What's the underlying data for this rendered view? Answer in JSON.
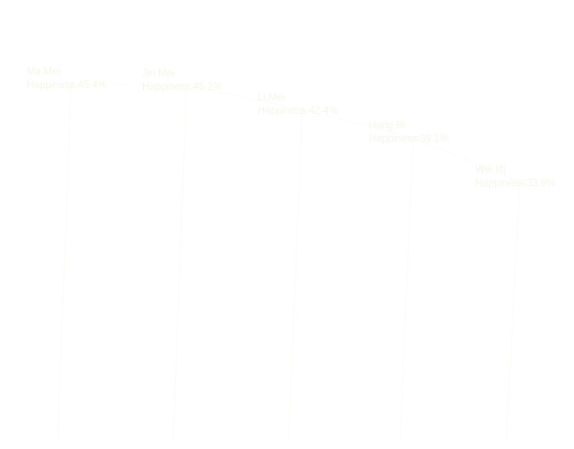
{
  "chart_data": {
    "type": "line",
    "title": "",
    "xlabel": "",
    "ylabel": "",
    "grid": false,
    "legend": "none",
    "points": [
      {
        "line1": "Ma Mei",
        "line2": "Happiness:45.4%"
      },
      {
        "line1": "Jin Mei",
        "line2": "Happiness:45.2%"
      },
      {
        "line1": "Li Mei",
        "line2": "Happiness:42.4%"
      },
      {
        "line1": "Hong Ri",
        "line2": "Happiness:39.1%"
      },
      {
        "line1": "Wei Ri",
        "line2": "Happiness:33.9%"
      }
    ],
    "values": [
      45.4,
      45.2,
      42.4,
      39.1,
      33.9
    ],
    "colors": {
      "label": "#f5f6ea",
      "line": "#fbfbf8"
    }
  }
}
